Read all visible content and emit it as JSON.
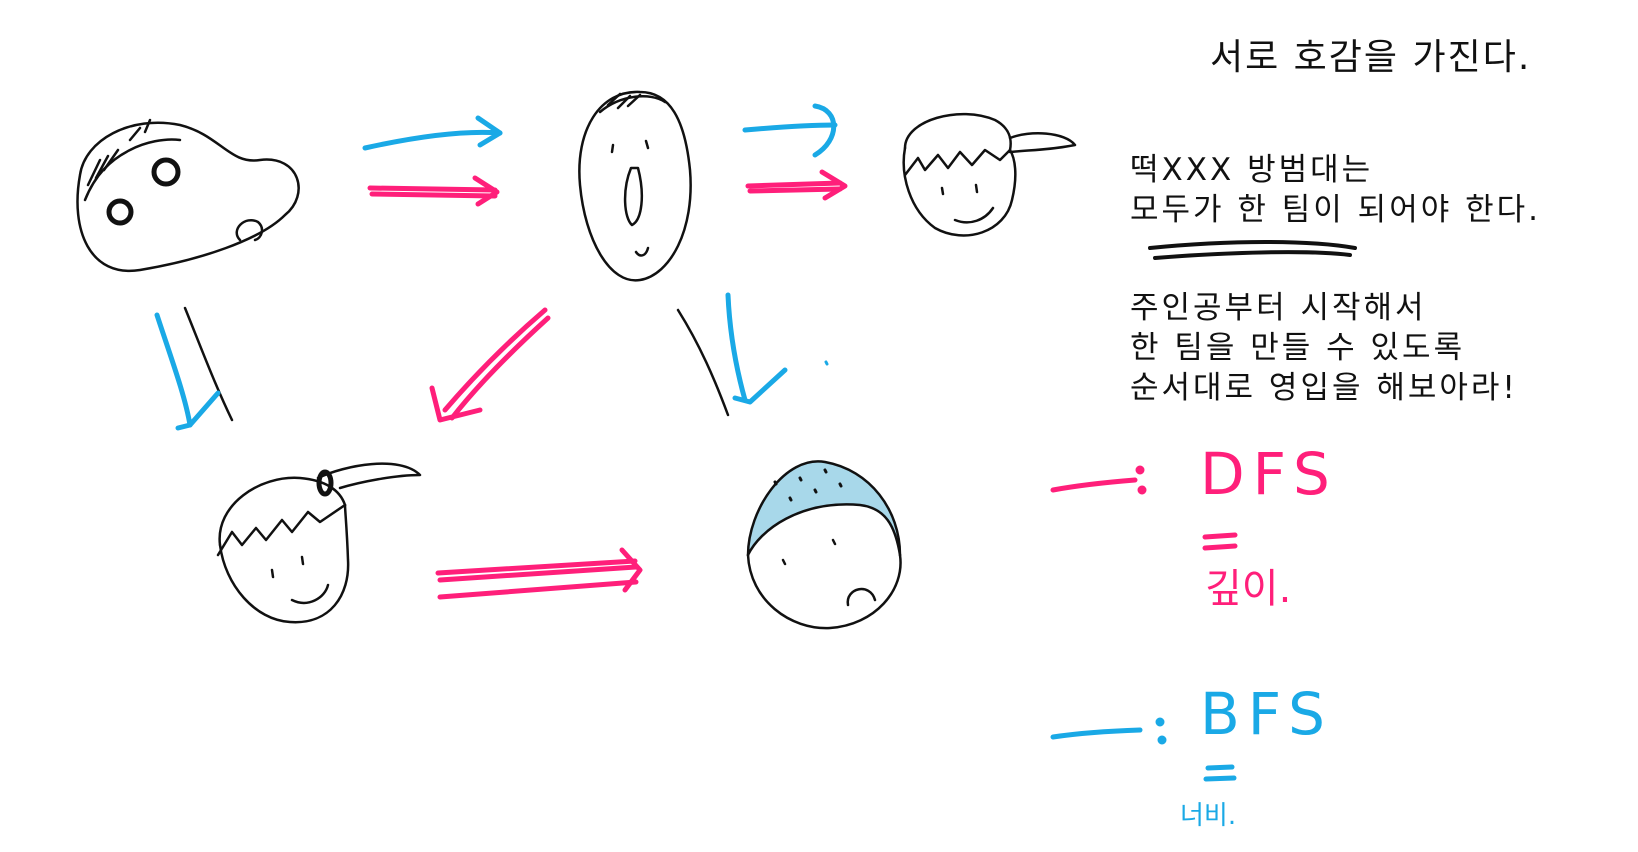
{
  "title": "서로 호감을 가진다.",
  "description": {
    "line1": "떡XXX 방범대는",
    "line2": "모두가 한 팀이 되어야 한다.",
    "line3": "주인공부터 시작해서",
    "line4": "한 팀을 만들 수 있도록",
    "line5": "순서대로 영입을 해보아라!"
  },
  "legend": {
    "dfs": {
      "label": "DFS",
      "meaning": "깊이.",
      "color": "#ff1f7a"
    },
    "bfs": {
      "label": "BFS",
      "meaning": "너비.",
      "color": "#1aa9e6"
    }
  },
  "colors": {
    "ink": "#111111",
    "dfs_pink": "#ff1f7a",
    "bfs_blue": "#1aa9e6",
    "cap_fill": "#a8d8ea"
  }
}
